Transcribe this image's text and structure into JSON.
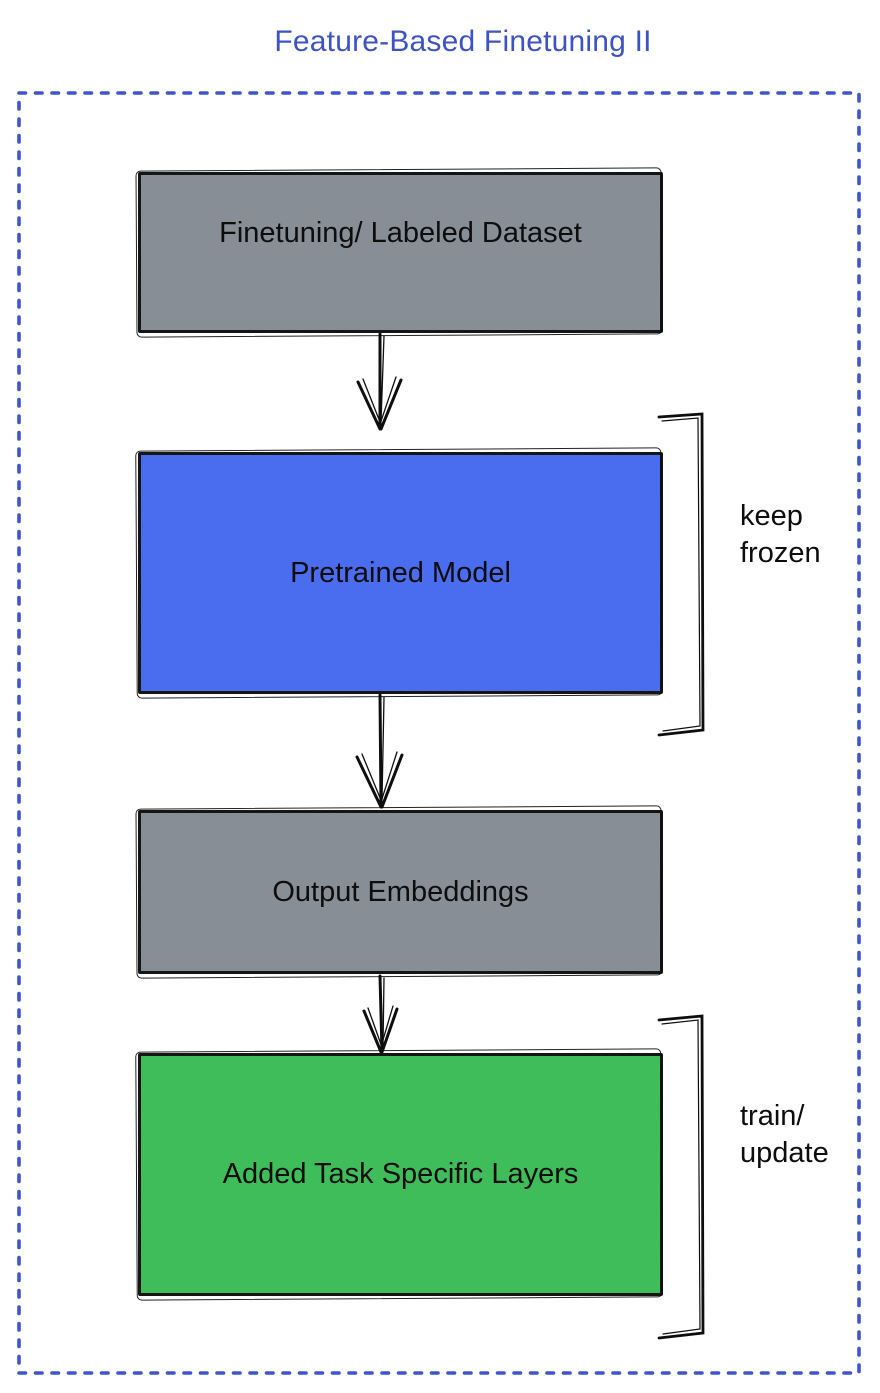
{
  "title": "Feature-Based Finetuning II",
  "colors": {
    "title_blue": "#3D52C5",
    "dotted_border_blue": "#3E56C7",
    "box_gray": "#878E96",
    "box_blue": "#4A6CEE",
    "box_green": "#40BD5B",
    "stroke_black": "#151515"
  },
  "flow": {
    "boxes": [
      {
        "label": "Finetuning/ Labeled Dataset",
        "fill": "#878E96"
      },
      {
        "label": "Pretrained Model",
        "fill": "#4A6CEE"
      },
      {
        "label": "Output Embeddings",
        "fill": "#878E96"
      },
      {
        "label": "Added Task Specific Layers",
        "fill": "#40BD5B"
      }
    ],
    "annotations": [
      {
        "label": "keep frozen",
        "applies_to": "Pretrained Model"
      },
      {
        "label": "train/ update",
        "applies_to": "Added Task Specific Layers"
      }
    ]
  }
}
